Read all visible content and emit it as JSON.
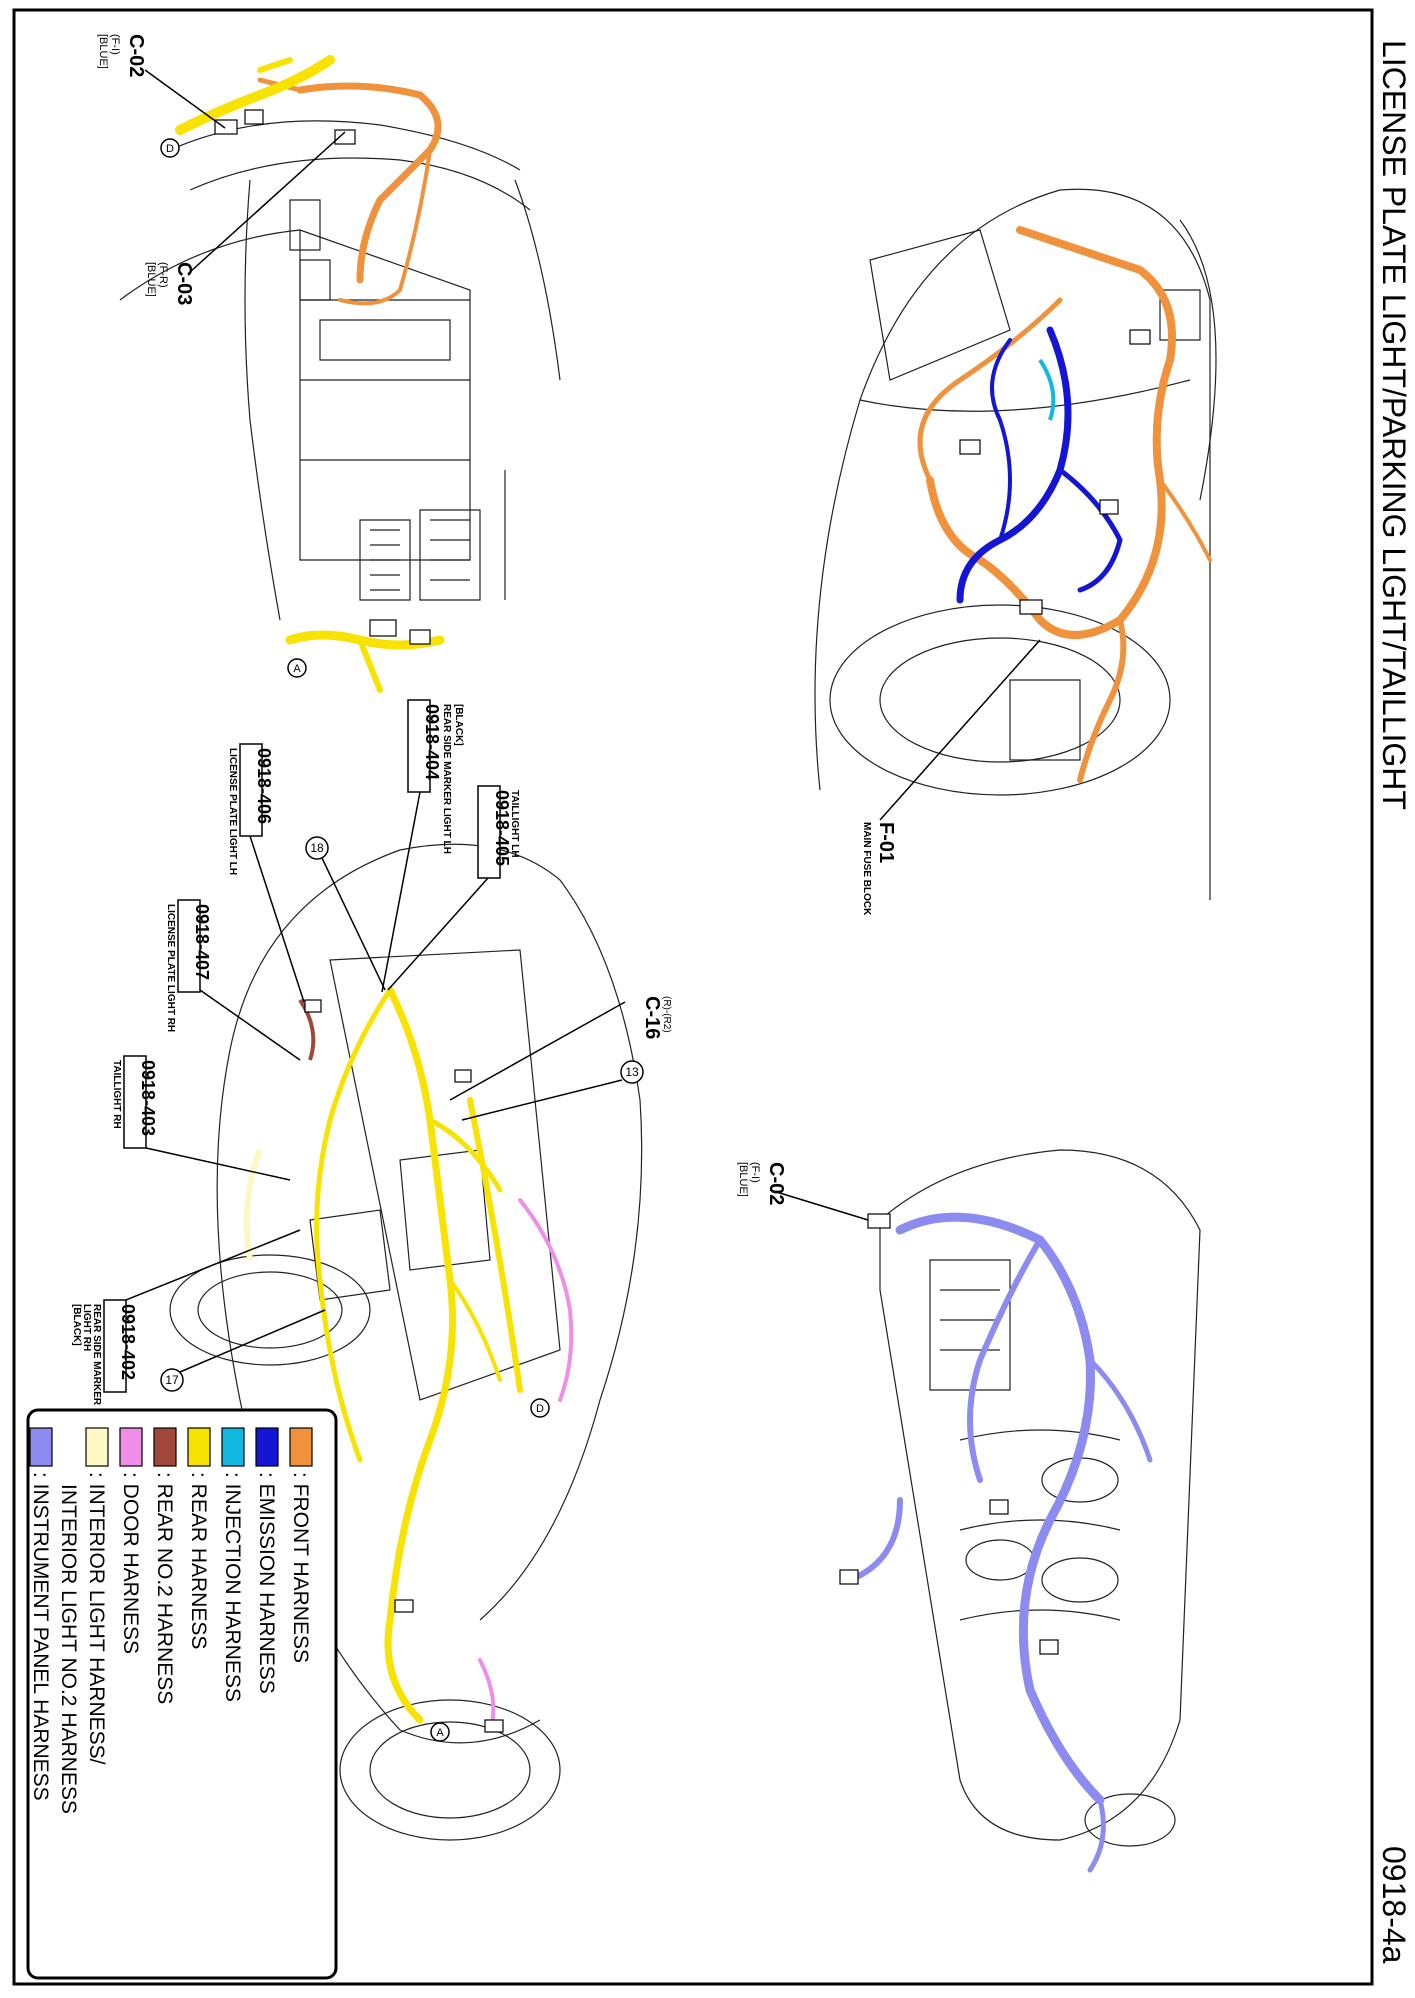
{
  "title": "LICENSE PLATE LIGHT/PARKING LIGHT/TAILLIGHT",
  "page_code": "0918-4a",
  "connectors": {
    "c02_top": {
      "code": "C-02",
      "pins": "(F-I)",
      "color": "[BLUE]"
    },
    "c03": {
      "code": "C-03",
      "pins": "(F-R)",
      "color": "[BLUE]"
    },
    "f01": {
      "code": "F-01",
      "desc": "MAIN FUSE BLOCK"
    },
    "c02_right": {
      "code": "C-02",
      "pins": "(F-I)",
      "color": "[BLUE]"
    },
    "c16": {
      "code": "C-16",
      "pins": "(R)-(R2)"
    }
  },
  "markers": {
    "a": "A",
    "d": "D",
    "n13": "13",
    "n17": "17",
    "n18": "18"
  },
  "components": {
    "c404": {
      "code": "0918-404",
      "line1": "REAR SIDE MARKER LIGHT LH",
      "line2": "[BLACK]"
    },
    "c405": {
      "code": "0918-405",
      "line1": "TAILLIGHT LH"
    },
    "c406": {
      "code": "0918-406",
      "line1": "LICENSE PLATE LIGHT LH"
    },
    "c407": {
      "code": "0918-407",
      "line1": "LICENSE PLATE LIGHT RH"
    },
    "c403": {
      "code": "0918-403",
      "line1": "TAILLIGHT RH"
    },
    "c402": {
      "code": "0918-402",
      "line1": "REAR SIDE MARKER",
      "line2": "LIGHT RH",
      "line3": "[BLACK]"
    }
  },
  "legend": [
    {
      "label": ": FRONT HARNESS",
      "color": "#f0923c"
    },
    {
      "label": ": EMISSION HARNESS",
      "color": "#1515d4"
    },
    {
      "label": ": INJECTION HARNESS",
      "color": "#10b8e0"
    },
    {
      "label": ": REAR HARNESS",
      "color": "#f7e200"
    },
    {
      "label": ": REAR NO.2 HARNESS",
      "color": "#a0463a"
    },
    {
      "label": ": DOOR HARNESS",
      "color": "#ef8ee8"
    },
    {
      "label": ": INTERIOR LIGHT HARNESS/",
      "label2": "INTERIOR LIGHT NO.2 HARNESS",
      "color": "#fdf7c4"
    },
    {
      "label": ": INSTRUMENT PANEL HARNESS",
      "color": "#8b8bf0"
    }
  ]
}
